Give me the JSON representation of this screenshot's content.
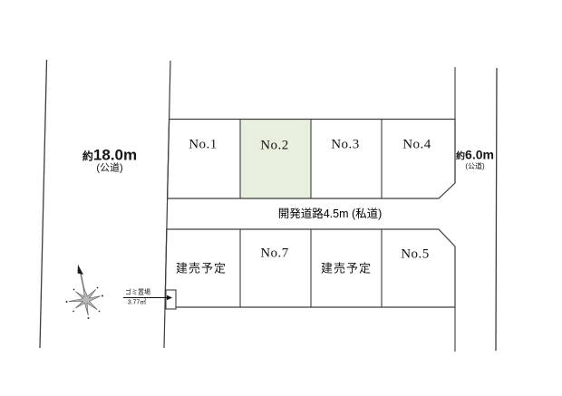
{
  "plots_top": [
    {
      "label": "No.1",
      "highlighted": false
    },
    {
      "label": "No.2",
      "highlighted": true
    },
    {
      "label": "No.3",
      "highlighted": false
    },
    {
      "label": "No.4",
      "highlighted": false
    }
  ],
  "plots_bottom": [
    {
      "label": "建売予定"
    },
    {
      "label": "No.7"
    },
    {
      "label": "建売予定"
    },
    {
      "label": "No.5"
    }
  ],
  "road_left": {
    "approx": "約",
    "value": "18.0m",
    "kind": "(公道)"
  },
  "road_right": {
    "approx": "約",
    "value": "6.0m",
    "kind": "(公道)"
  },
  "road_center": {
    "label": "開発道路4.5m (私道)"
  },
  "garbage": {
    "label": "ゴミ置場",
    "area": "3.77㎡"
  },
  "icons": {
    "compass": "compass-rose-icon",
    "arrow": "right-arrow-icon"
  },
  "colors": {
    "highlight_fill": "#e8f0dd",
    "line": "#3d3d3d"
  }
}
